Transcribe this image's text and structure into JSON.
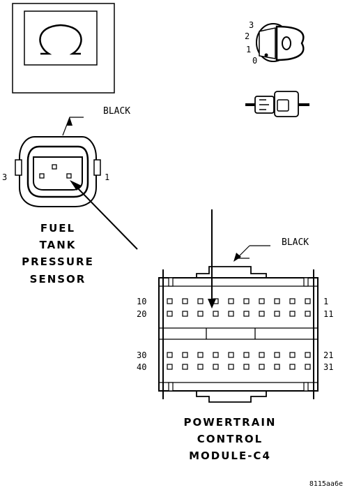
{
  "sensor_connector": {
    "color_label": "BLACK",
    "pin_left": "3",
    "pin_right": "1",
    "name_lines": [
      "FUEL",
      "TANK",
      "PRESSURE",
      "SENSOR"
    ]
  },
  "pcm_connector": {
    "color_label": "BLACK",
    "pins_left": [
      "10",
      "20",
      "30",
      "40"
    ],
    "pins_right": [
      "1",
      "11",
      "21",
      "31"
    ],
    "name_lines": [
      "POWERTRAIN",
      "CONTROL",
      "MODULE-C4"
    ]
  },
  "key_switch_positions": [
    "3",
    "2",
    "1",
    "0"
  ],
  "figure_ref": "8115aa6e"
}
